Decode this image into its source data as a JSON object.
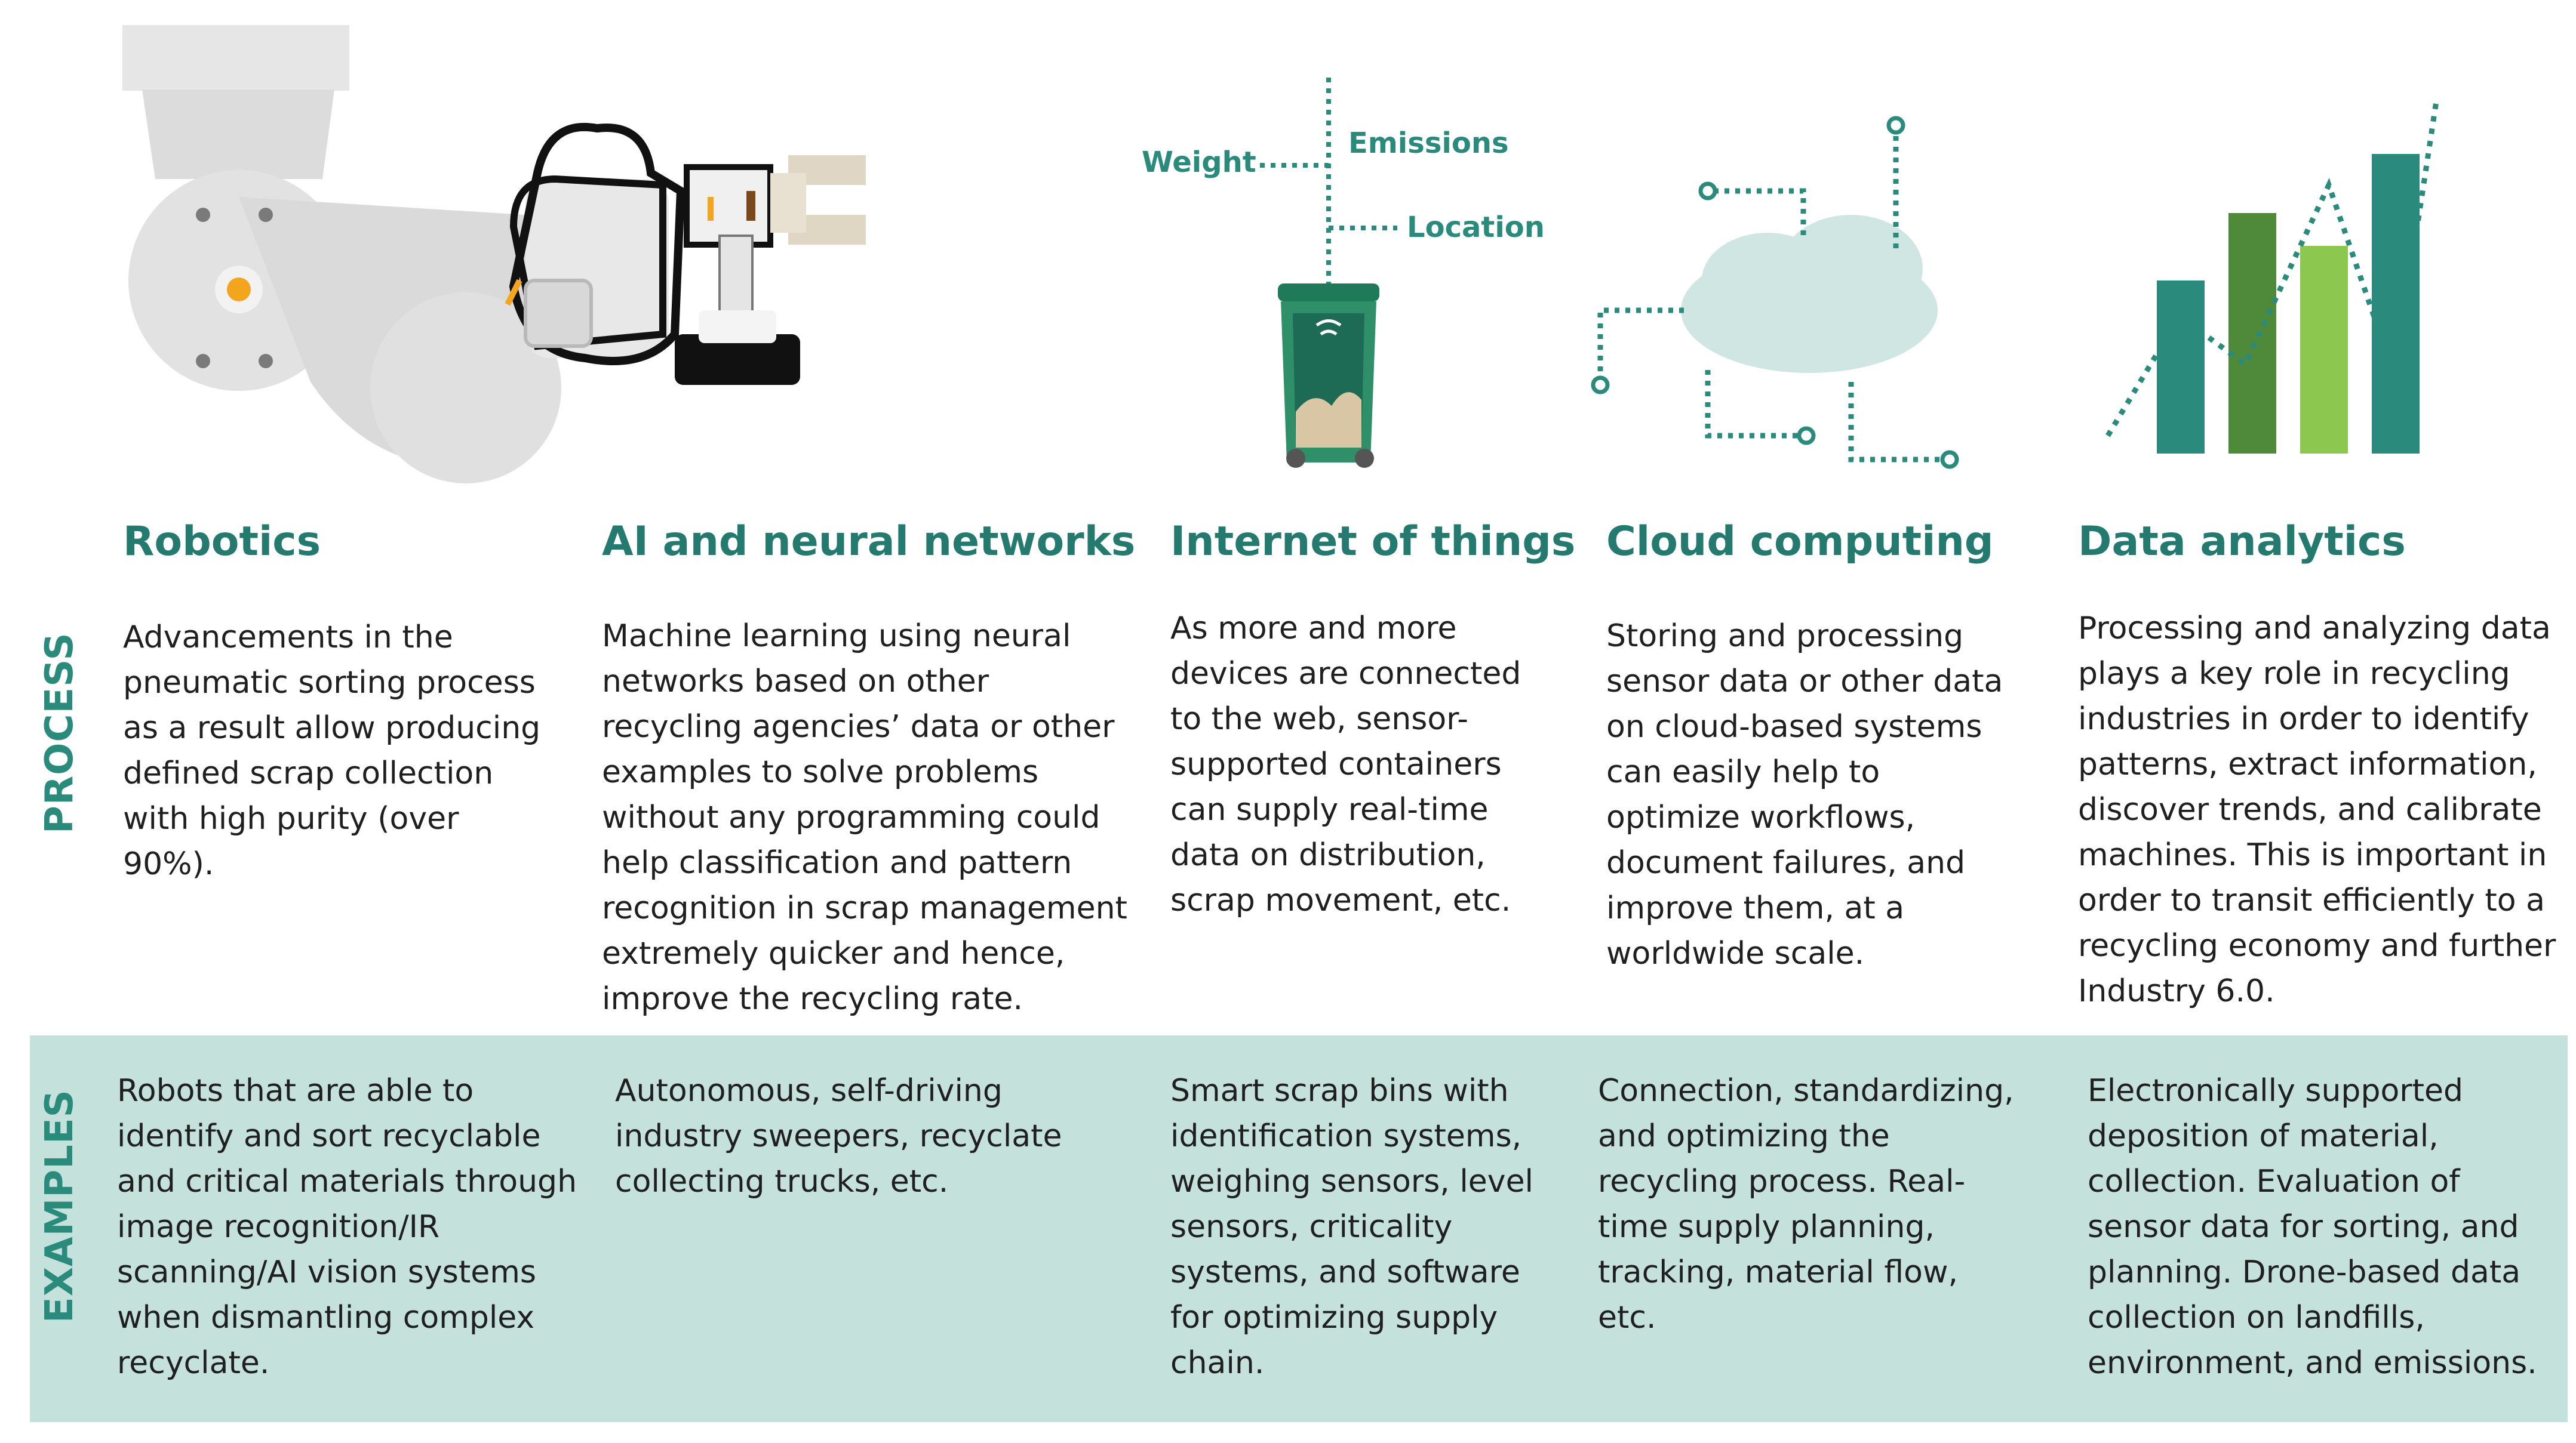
{
  "labels": {
    "process": "PROCESS",
    "examples": "EXAMPLES"
  },
  "iot_tags": {
    "weight": "Weight",
    "emissions": "Emissions",
    "location": "Location"
  },
  "columns": [
    {
      "title": "Robotics",
      "process": [
        "Advancements in the",
        "pneumatic sorting process",
        "as a result allow producing",
        "defined scrap collection",
        "with high purity (over",
        "90%)."
      ],
      "examples": [
        "Robots that are able to",
        "identify and sort recyclable",
        "and critical materials through",
        "image recognition/IR",
        "scanning/AI vision systems",
        "when dismantling complex",
        "recyclate."
      ]
    },
    {
      "title": "AI and neural networks",
      "process": [
        "Machine learning using neural",
        "networks based on other",
        "recycling agencies’ data or other",
        "examples to solve problems",
        "without any programming could",
        "help classification and pattern",
        "recognition in scrap management",
        "extremely quicker and hence,",
        "improve the recycling rate."
      ],
      "examples": [
        "Autonomous, self-driving",
        "industry sweepers, recyclate",
        "collecting trucks, etc."
      ]
    },
    {
      "title": "Internet of things",
      "process": [
        "As more and more",
        "devices are connected",
        "to the web, sensor-",
        "supported containers",
        "can supply real-time",
        "data on distribution,",
        "scrap movement, etc."
      ],
      "examples": [
        "Smart scrap bins with",
        "identification systems,",
        "weighing sensors, level",
        "sensors, criticality",
        "systems, and software",
        "for optimizing supply",
        "chain."
      ]
    },
    {
      "title": "Cloud computing",
      "process": [
        "Storing and processing",
        "sensor data or other data",
        "on cloud-based systems",
        "can easily help to",
        "optimize workflows,",
        "document failures, and",
        "improve them, at a",
        "worldwide scale."
      ],
      "examples": [
        "Connection, standardizing,",
        "and optimizing the",
        "recycling process. Real-",
        "time supply planning,",
        "tracking, material flow,",
        "etc."
      ]
    },
    {
      "title": "Data analytics",
      "process": [
        "Processing and analyzing data",
        "plays a key role in recycling",
        "industries in order to identify",
        "patterns, extract information,",
        "discover trends, and calibrate",
        "machines. This is important in",
        "order to transit efficiently to a",
        "recycling economy and further",
        "Industry 6.0."
      ],
      "examples": [
        "Electronically supported",
        "deposition of material,",
        "collection. Evaluation of",
        "sensor data for sorting, and",
        "planning. Drone-based data",
        "collection on landfills,",
        "environment, and emissions."
      ]
    }
  ],
  "colors": {
    "title": "#247a6e",
    "accent": "#2a8a7c",
    "band": "#c4e1dc",
    "bar_dark": "#2a8a7c",
    "bar_green": "#4f8a3a",
    "bar_light": "#8cc850",
    "cloud": "#cfe6e2"
  },
  "icons": [
    "robot-arm-illustration",
    "smart-bin-icon",
    "cloud-network-icon",
    "bar-chart-trend-icon"
  ]
}
